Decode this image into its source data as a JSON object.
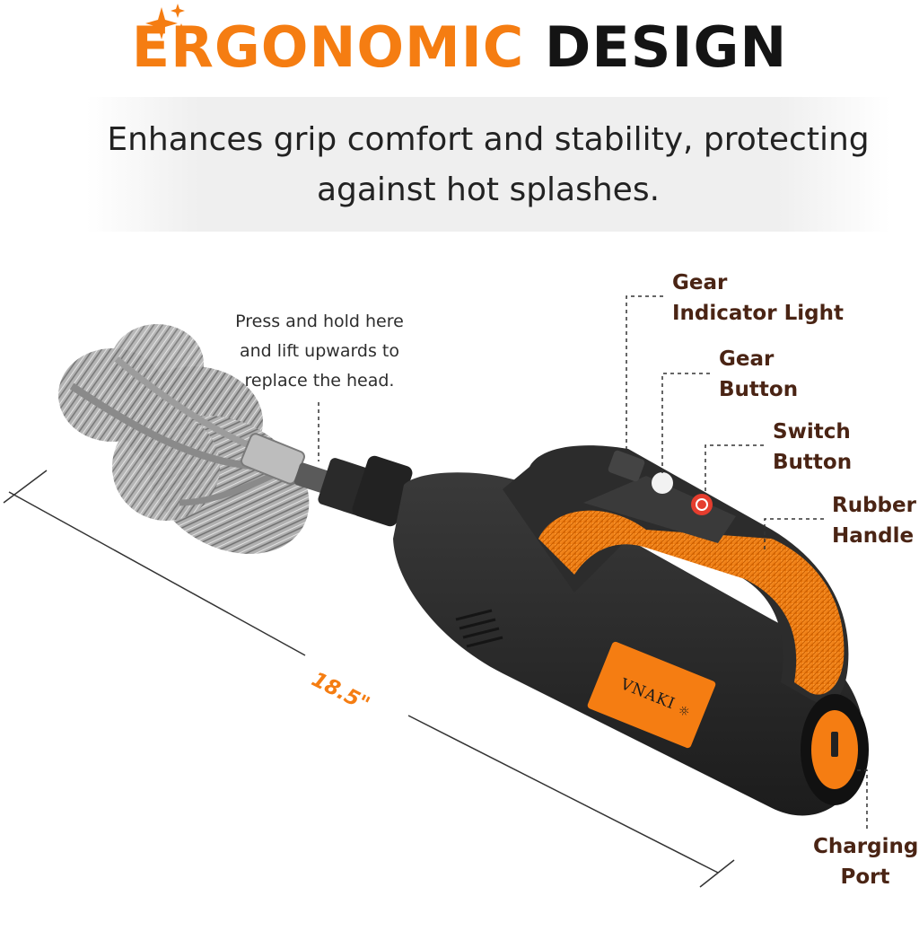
{
  "headline": {
    "accent": "ERGONOMIC",
    "rest": "DESIGN"
  },
  "subtitle": {
    "line1": "Enhances grip comfort and stability, protecting",
    "line2": "against hot splashes."
  },
  "hint": {
    "line1": "Press and hold here",
    "line2": "and lift upwards to",
    "line3": "replace the head."
  },
  "callouts": {
    "gear_indicator": {
      "line1": "Gear",
      "line2": "Indicator Light"
    },
    "gear_button": {
      "line1": "Gear",
      "line2": "Button"
    },
    "switch_button": {
      "line1": "Switch",
      "line2": "Button"
    },
    "rubber_handle": {
      "line1": "Rubber",
      "line2": "Handle"
    },
    "charging_port": {
      "line1": "Charging",
      "line2": "Port"
    }
  },
  "dimension": {
    "length": "18.5\""
  },
  "brand": {
    "logo": "VNAKI"
  },
  "colors": {
    "accent": "#f57d12",
    "dark": "#141414",
    "callout_text": "#4a2414",
    "body_plastic": "#2b2b2b"
  },
  "icons": [
    "sparkle-icon",
    "power-icon"
  ]
}
